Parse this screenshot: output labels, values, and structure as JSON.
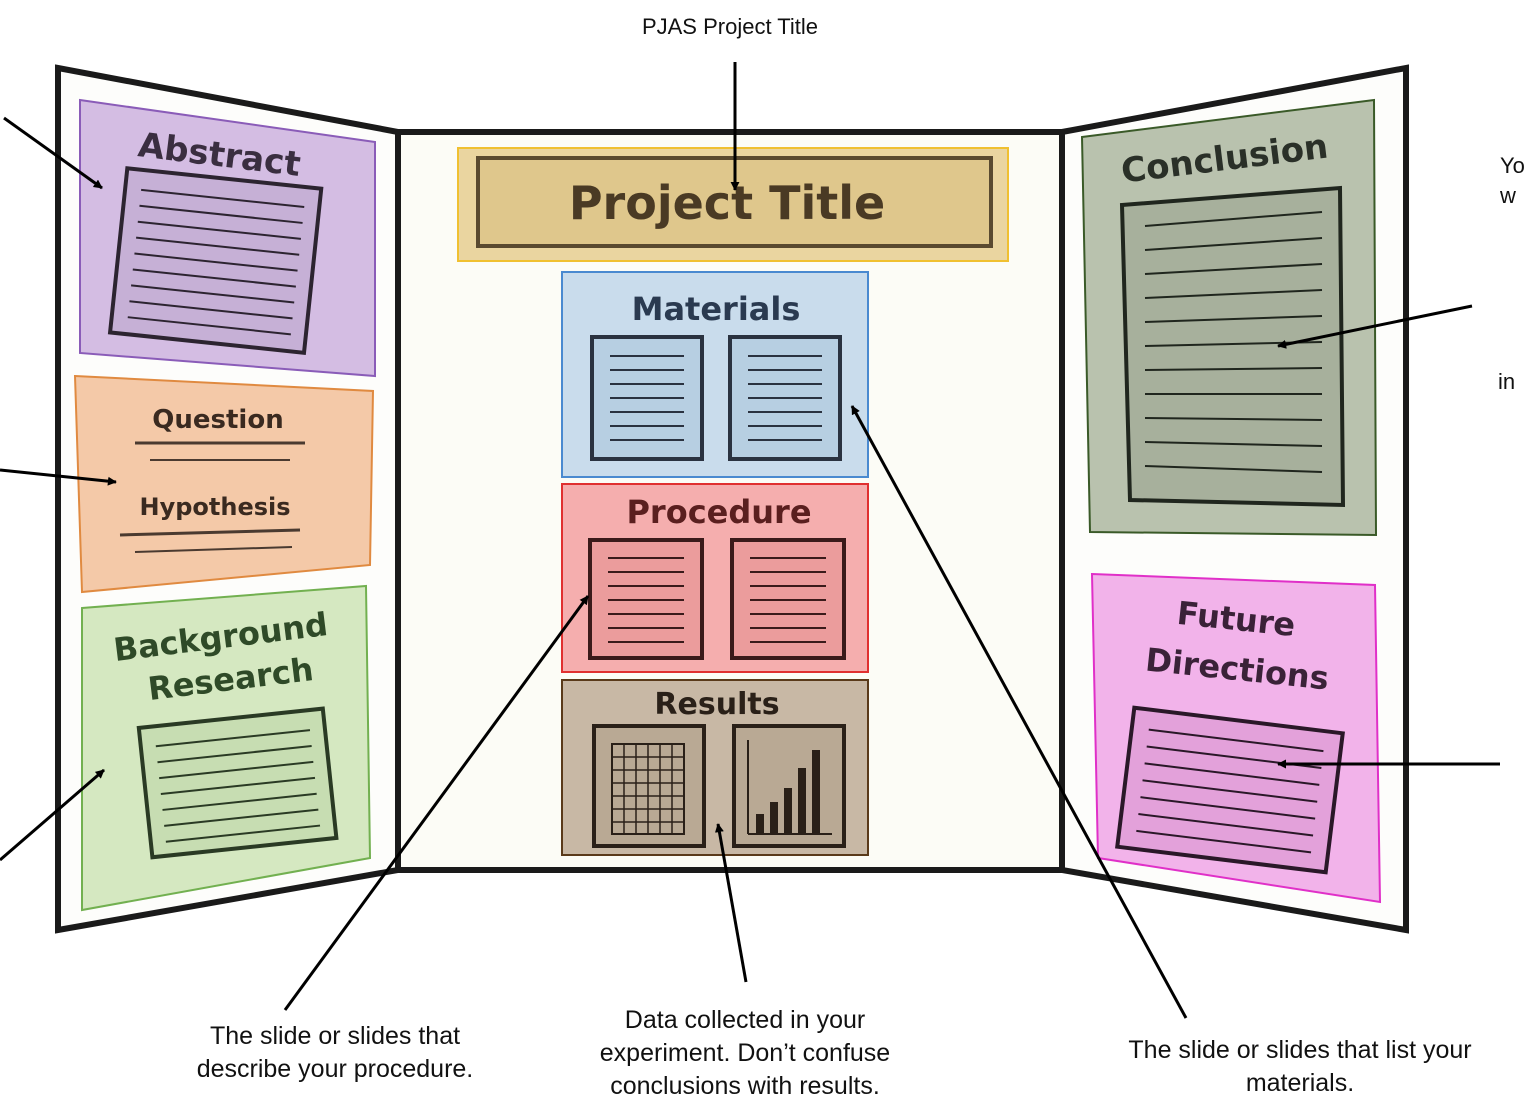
{
  "board": {
    "center_title": "Project Title",
    "left_panels": {
      "abstract": "Abstract",
      "question": "Question",
      "hypothesis": "Hypothesis",
      "background_line1": "Background",
      "background_line2": "Research"
    },
    "center_panels": {
      "materials": "Materials",
      "procedure": "Procedure",
      "results": "Results"
    },
    "right_panels": {
      "conclusion": "Conclusion",
      "future_line1": "Future",
      "future_line2": "Directions"
    }
  },
  "annotations": {
    "top": "PJAS Project Title",
    "procedure": "The slide or slides that describe your procedure.",
    "results": "Data collected in your experiment.  Don’t confuse conclusions with results.",
    "materials": "The slide or slides that list your materials.",
    "right_fragment_1": "Yo",
    "right_fragment_2": "w",
    "right_fragment_3": "in"
  },
  "colors": {
    "abstract": "#d4bde3",
    "question_hypothesis": "#f4c9a8",
    "background": "#d5e8c1",
    "title": "#ead5a0",
    "materials": "#c9dcec",
    "procedure": "#f5aeae",
    "results": "#c8b8a5",
    "conclusion": "#b9c2ae",
    "future": "#f2b3ea"
  }
}
